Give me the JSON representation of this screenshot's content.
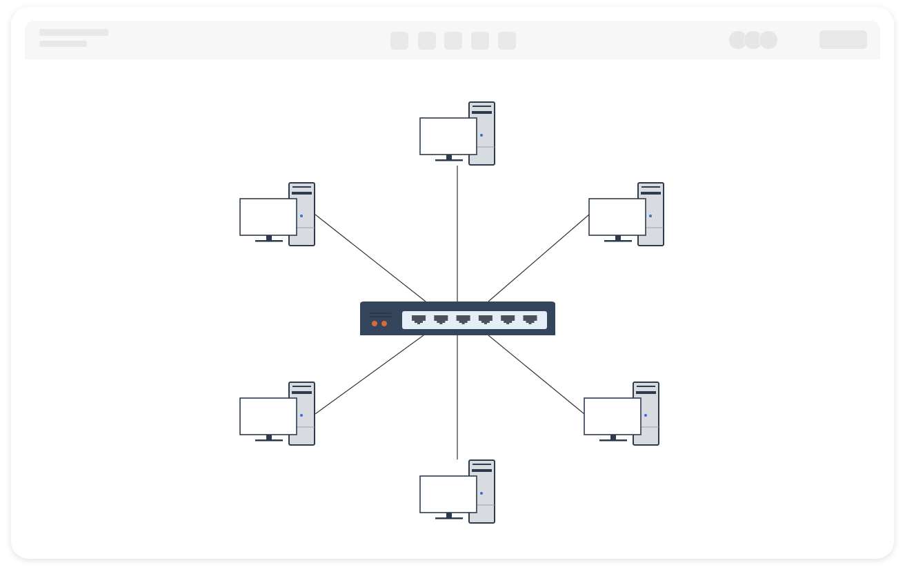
{
  "diagram": {
    "type": "star-network-topology",
    "hub": {
      "icon": "network-switch-icon",
      "ports": 6,
      "leds": 2
    },
    "nodes": [
      {
        "icon": "desktop-computer-icon",
        "position": "top"
      },
      {
        "icon": "desktop-computer-icon",
        "position": "upper-left"
      },
      {
        "icon": "desktop-computer-icon",
        "position": "upper-right"
      },
      {
        "icon": "desktop-computer-icon",
        "position": "lower-left"
      },
      {
        "icon": "desktop-computer-icon",
        "position": "lower-right"
      },
      {
        "icon": "desktop-computer-icon",
        "position": "bottom"
      }
    ]
  },
  "colors": {
    "switch_body": "#34445a",
    "switch_panel": "#e3eef7",
    "port": "#4a5260",
    "led": "#d9693a",
    "tower": "#d8dbe0",
    "outline": "#2c3a4b",
    "power_dot": "#3b6fd8",
    "link": "#333333"
  }
}
